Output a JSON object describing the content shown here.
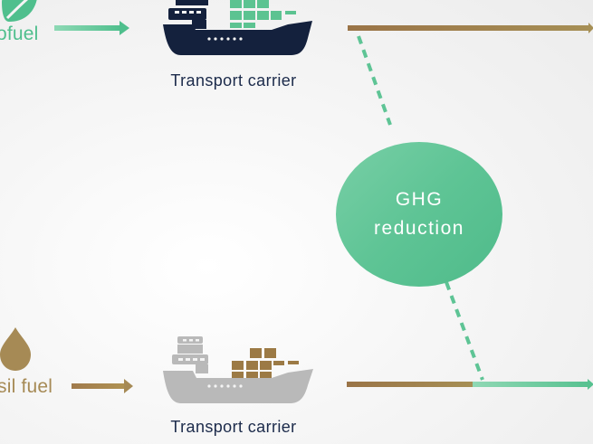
{
  "diagram": {
    "top_row": {
      "fuel_label": "ofuel",
      "fuel_icon": "leaf-icon",
      "carrier_label": "Transport carrier",
      "carrier_icon": "ship-icon",
      "ship_hull_color": "#14213d",
      "cargo_color": "#5cc391"
    },
    "bottom_row": {
      "fuel_label": "sil fuel",
      "fuel_icon": "oil-drop-icon",
      "carrier_label": "Transport carrier",
      "carrier_icon": "ship-icon",
      "ship_hull_color": "#b9b9b9",
      "cargo_color": "#9c7a45"
    },
    "center": {
      "title_line1": "GHG",
      "title_line2": "reduction"
    },
    "colors": {
      "green": "#5ec495",
      "brown": "#9c7a45",
      "navy": "#14213d"
    }
  }
}
